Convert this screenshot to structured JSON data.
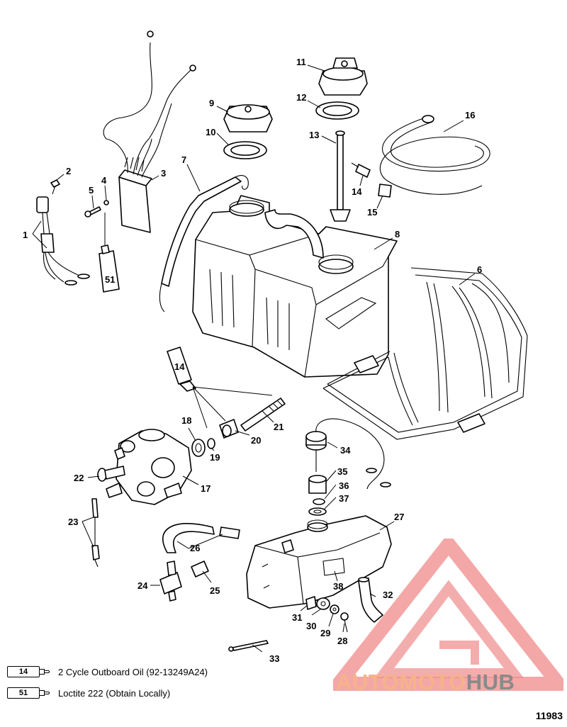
{
  "callouts": [
    "1",
    "2",
    "3",
    "4",
    "5",
    "6",
    "7",
    "8",
    "9",
    "10",
    "11",
    "12",
    "13",
    "14",
    "15",
    "16",
    "17",
    "18",
    "19",
    "20",
    "21",
    "22",
    "23",
    "24",
    "25",
    "26",
    "27",
    "28",
    "29",
    "30",
    "31",
    "32",
    "33",
    "34",
    "35",
    "36",
    "37",
    "38"
  ],
  "tube_labels": {
    "t14": "14",
    "t51": "51"
  },
  "legend": [
    {
      "ref": "14",
      "text": "2 Cycle Outboard Oil (92-13249A24)"
    },
    {
      "ref": "51",
      "text": "Loctite 222  (Obtain Locally)"
    }
  ],
  "figure_number": "11983",
  "watermark": {
    "part1": "AUTOMOTO",
    "part2": "HUB",
    "color1": "#f5b38a",
    "color2": "#8a8a8a",
    "logo_color": "#f08a8a"
  }
}
